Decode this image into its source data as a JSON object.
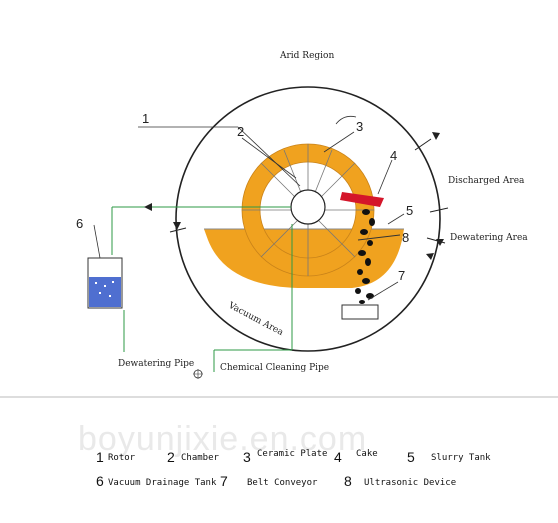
{
  "labels": {
    "arid_region": "Arid Region",
    "discharged_area": "Discharged Area",
    "dewatering_area": "Dewatering Area",
    "vacuum_area": "Vacuum Area",
    "dewatering_pipe": "Dewatering Pipe",
    "chemical_cleaning_pipe": "Chemical Cleaning Pipe"
  },
  "callouts": [
    "1",
    "2",
    "3",
    "4",
    "5",
    "6",
    "7",
    "8"
  ],
  "watermark": "boyunjixie.en.com",
  "legend": {
    "row1": [
      {
        "num": "1",
        "text": "Rotor"
      },
      {
        "num": "2",
        "text": "Chamber"
      },
      {
        "num": "3",
        "text": "Ceramic Plate"
      },
      {
        "num": "4",
        "text": "Cake"
      },
      {
        "num": "5",
        "text": "Slurry Tank"
      }
    ],
    "row2": [
      {
        "num": "6",
        "text": "Vacuum Drainage Tank"
      },
      {
        "num": "7",
        "text": "Belt Conveyor"
      },
      {
        "num": "8",
        "text": "Ultrasonic Device"
      }
    ]
  },
  "colors": {
    "slurry": "#f0a21f",
    "cake": "#111111",
    "scraper": "#d4162a",
    "tank_liquid": "#4f6fd0",
    "line": "#333333",
    "pipe": "#2e9a45"
  }
}
